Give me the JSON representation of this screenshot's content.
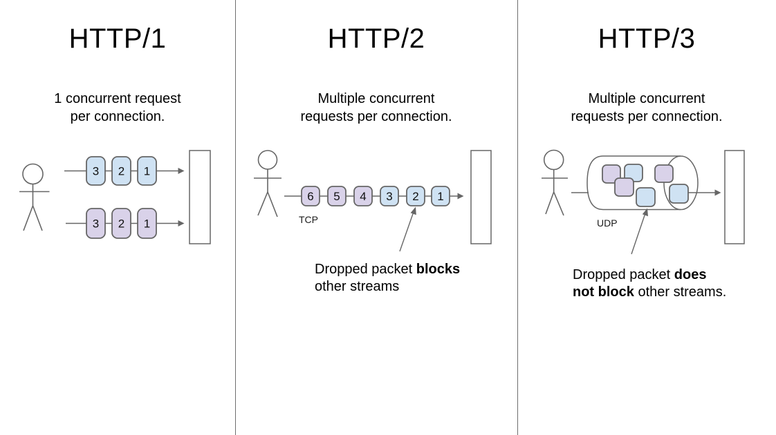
{
  "page": {
    "background": "#ffffff",
    "divider_color": "#6e6e6e"
  },
  "colors": {
    "packet_blue": "#cfe2f3",
    "packet_purple": "#d9d2e9",
    "stroke": "#666666",
    "text": "#000000"
  },
  "panels": [
    {
      "id": "http1",
      "title": "HTTP/1",
      "description": [
        "1 concurrent request",
        "per connection."
      ],
      "connection_label": "",
      "queues": [
        {
          "packets": [
            {
              "label": "3",
              "color": "blue"
            },
            {
              "label": "2",
              "color": "blue"
            },
            {
              "label": "1",
              "color": "blue"
            }
          ]
        },
        {
          "packets": [
            {
              "label": "3",
              "color": "purple"
            },
            {
              "label": "2",
              "color": "purple"
            },
            {
              "label": "1",
              "color": "purple"
            }
          ]
        }
      ]
    },
    {
      "id": "http2",
      "title": "HTTP/2",
      "description": [
        "Multiple concurrent",
        "requests per connection."
      ],
      "connection_label": "TCP",
      "queues": [
        {
          "packets": [
            {
              "label": "6",
              "color": "purple"
            },
            {
              "label": "5",
              "color": "purple"
            },
            {
              "label": "4",
              "color": "purple"
            },
            {
              "label": "3",
              "color": "blue"
            },
            {
              "label": "2",
              "color": "blue"
            },
            {
              "label": "1",
              "color": "blue"
            }
          ]
        }
      ],
      "annotation": {
        "lines": [
          [
            {
              "text": "Dropped packet ",
              "bold": false
            },
            {
              "text": "blocks",
              "bold": true
            }
          ],
          [
            {
              "text": "other streams",
              "bold": false
            }
          ]
        ]
      }
    },
    {
      "id": "http3",
      "title": "HTTP/3",
      "description": [
        "Multiple concurrent",
        "requests per connection."
      ],
      "connection_label": "UDP",
      "scattered_packets": [
        {
          "color": "purple"
        },
        {
          "color": "blue"
        },
        {
          "color": "purple"
        },
        {
          "color": "purple"
        },
        {
          "color": "blue"
        },
        {
          "color": "blue"
        }
      ],
      "annotation": {
        "lines": [
          [
            {
              "text": "Dropped packet ",
              "bold": false
            },
            {
              "text": "does",
              "bold": true
            }
          ],
          [
            {
              "text": "not block",
              "bold": true
            },
            {
              "text": " other streams.",
              "bold": false
            }
          ]
        ]
      }
    }
  ]
}
